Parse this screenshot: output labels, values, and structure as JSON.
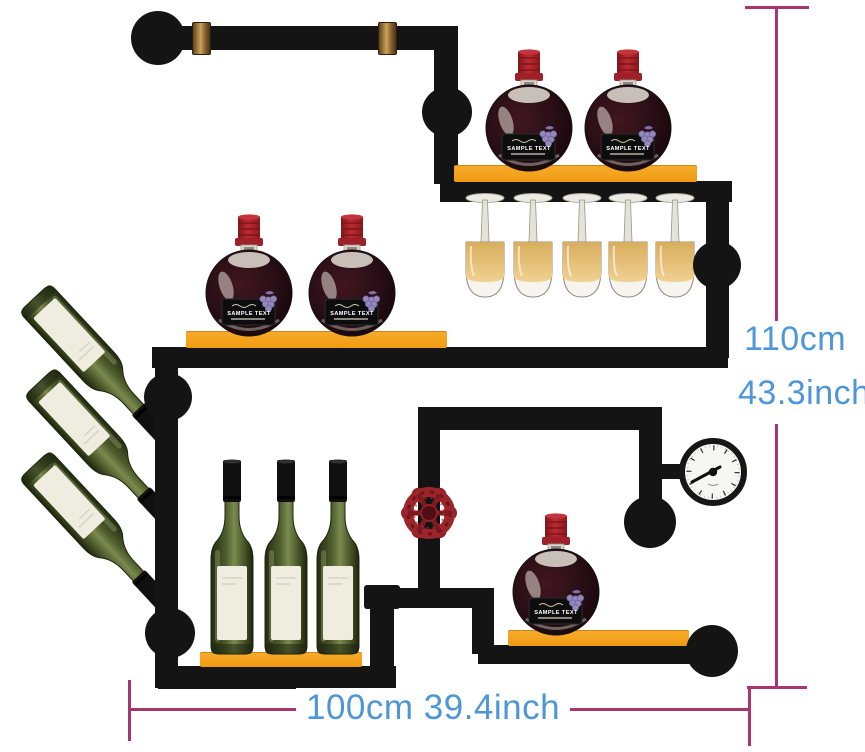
{
  "dimensions": {
    "height_cm": "110cm",
    "height_inch": "43.3inch",
    "width": "100cm 39.4inch"
  },
  "bottle": {
    "label_title": "SAMPLE TEXT"
  },
  "counts": {
    "round_bottles": 5,
    "hanging_glasses": 5,
    "standing_bottles": 3,
    "tilted_bottles": 3,
    "shelf_planks": 4
  },
  "colors": {
    "pipe_black": "#141414",
    "shelf_orange": "#F5A120",
    "dimension_line_magenta": "#A8356B",
    "dimension_text_blue": "#4D96D8",
    "valve_red": "#9C242B",
    "cap_red": "#A6242B",
    "wine_dark": "#2A1018",
    "glass_wine_amber": "#E9C27E",
    "bottle_green": "#5C6B35",
    "label_cream": "#EFEDE2"
  }
}
